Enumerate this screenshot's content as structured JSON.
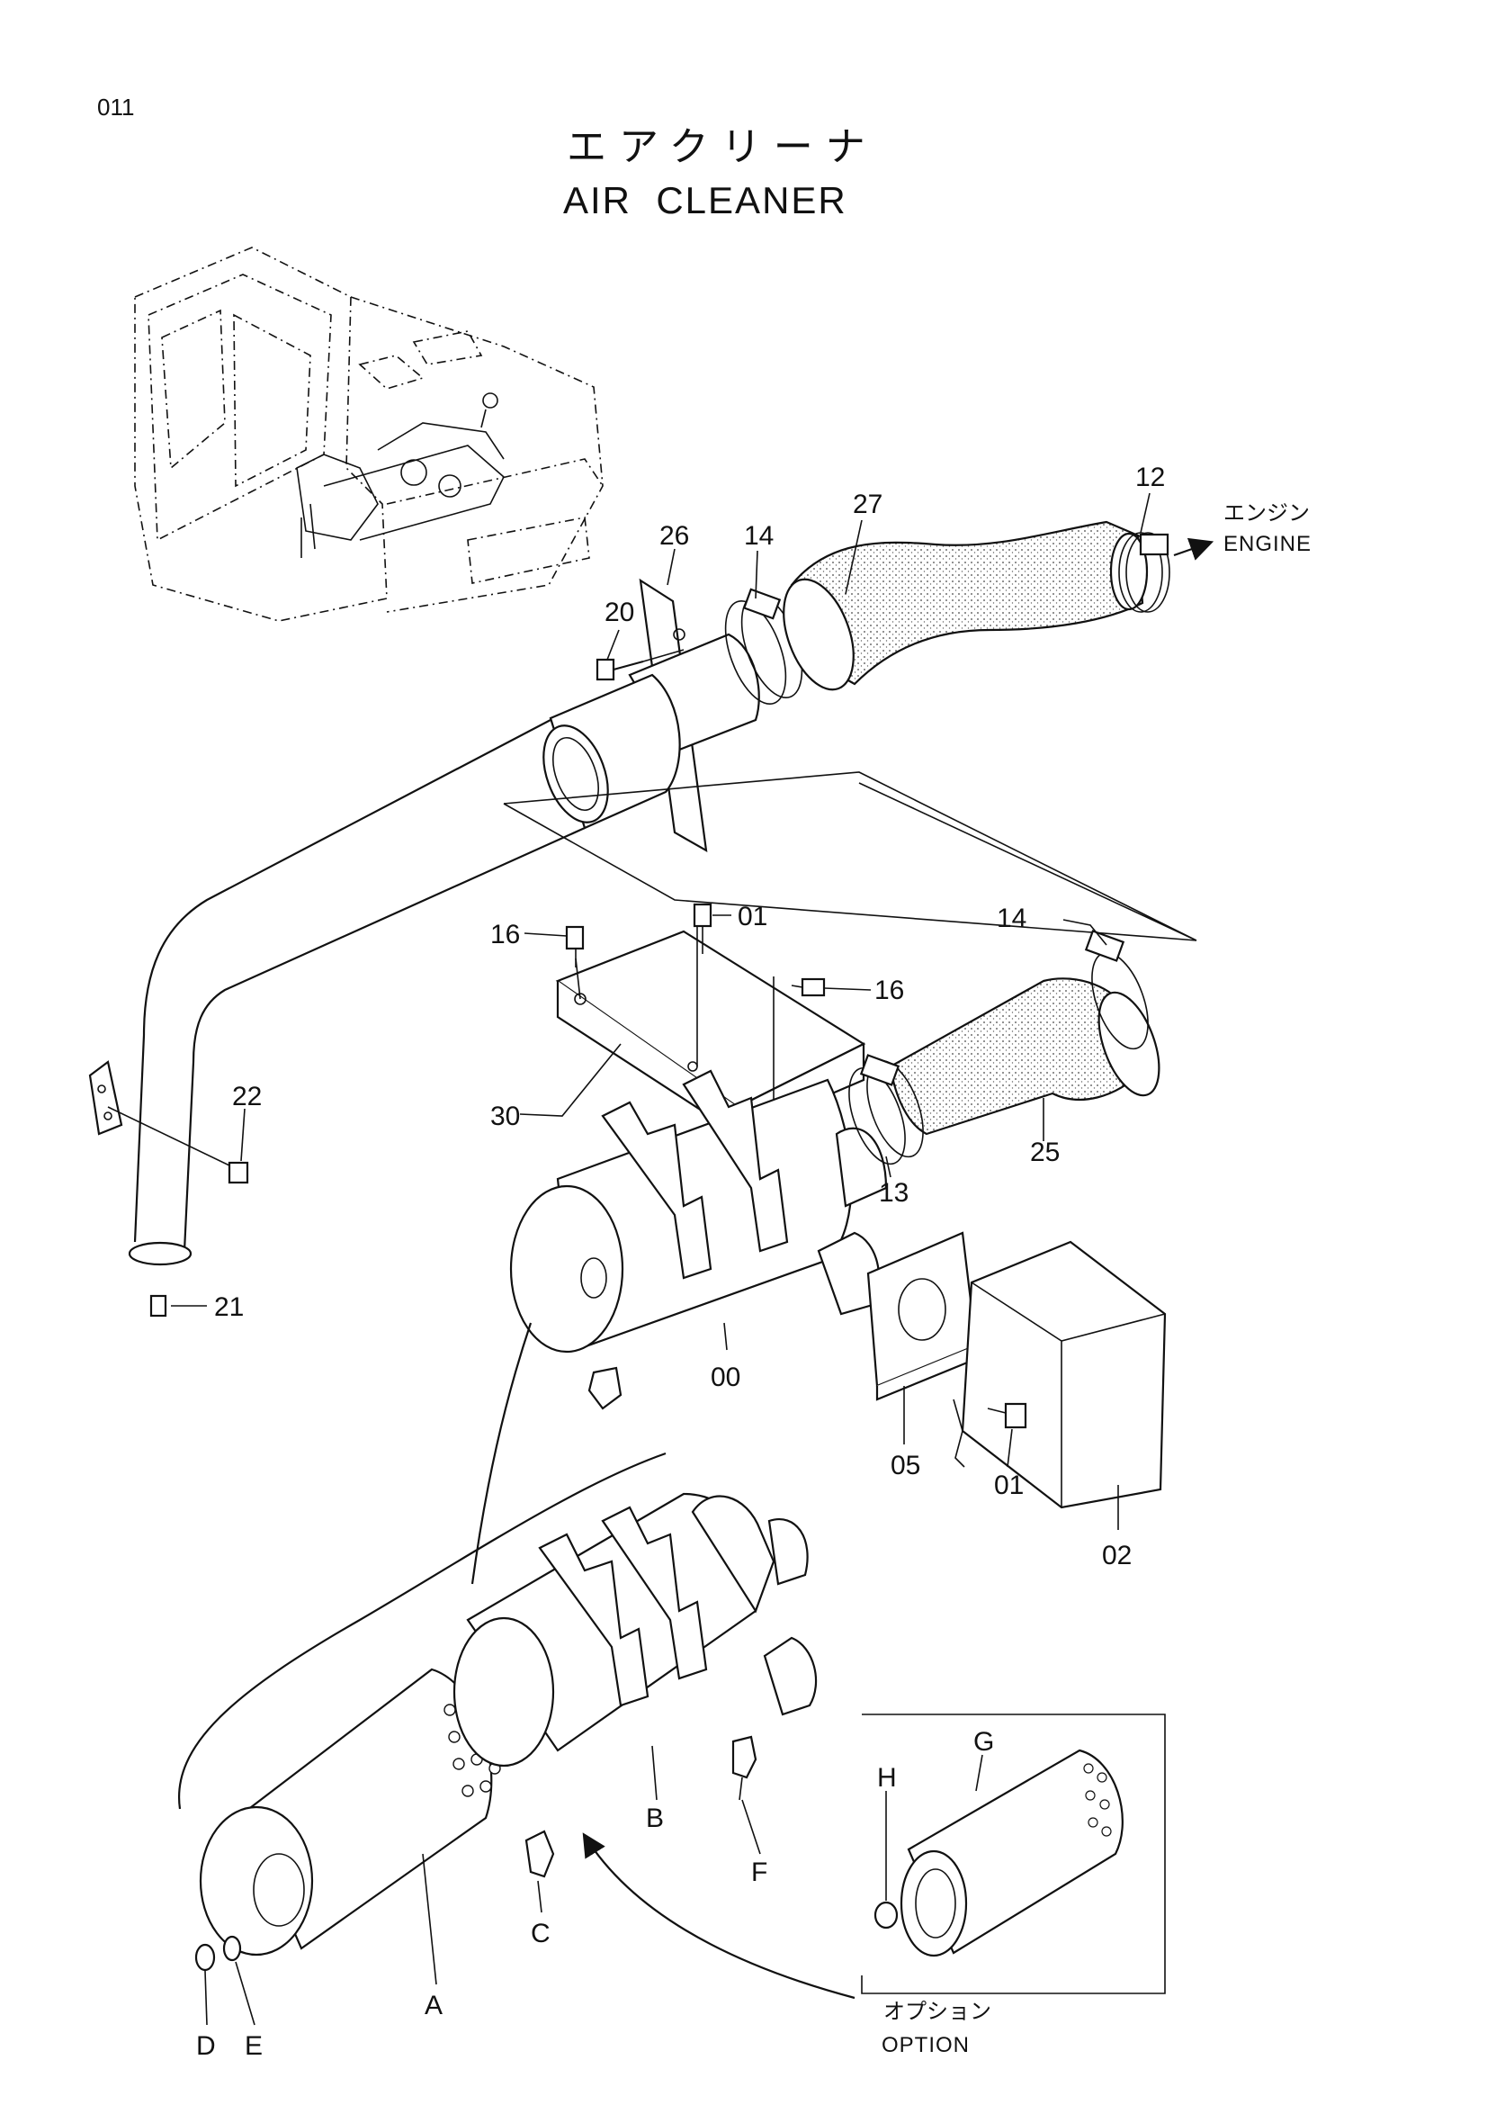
{
  "page": {
    "number": "011",
    "title_jp": "エアクリーナ",
    "title_en": "AIR  CLEANER"
  },
  "destination": {
    "jp": "エンジン",
    "en": "ENGINE"
  },
  "option": {
    "jp": "オプション",
    "en": "OPTION"
  },
  "callouts": {
    "p27": "27",
    "p12": "12",
    "p26": "26",
    "p14a": "14",
    "p20": "20",
    "p16a": "16",
    "p01a": "01",
    "p14b": "14",
    "p16b": "16",
    "p30": "30",
    "p22": "22",
    "p25": "25",
    "p13": "13",
    "p21": "21",
    "p00": "00",
    "p05": "05",
    "p01b": "01",
    "p02": "02",
    "pG": "G",
    "pH": "H",
    "pB": "B",
    "pF": "F",
    "pC": "C",
    "pA": "A",
    "pD": "D",
    "pE": "E"
  }
}
